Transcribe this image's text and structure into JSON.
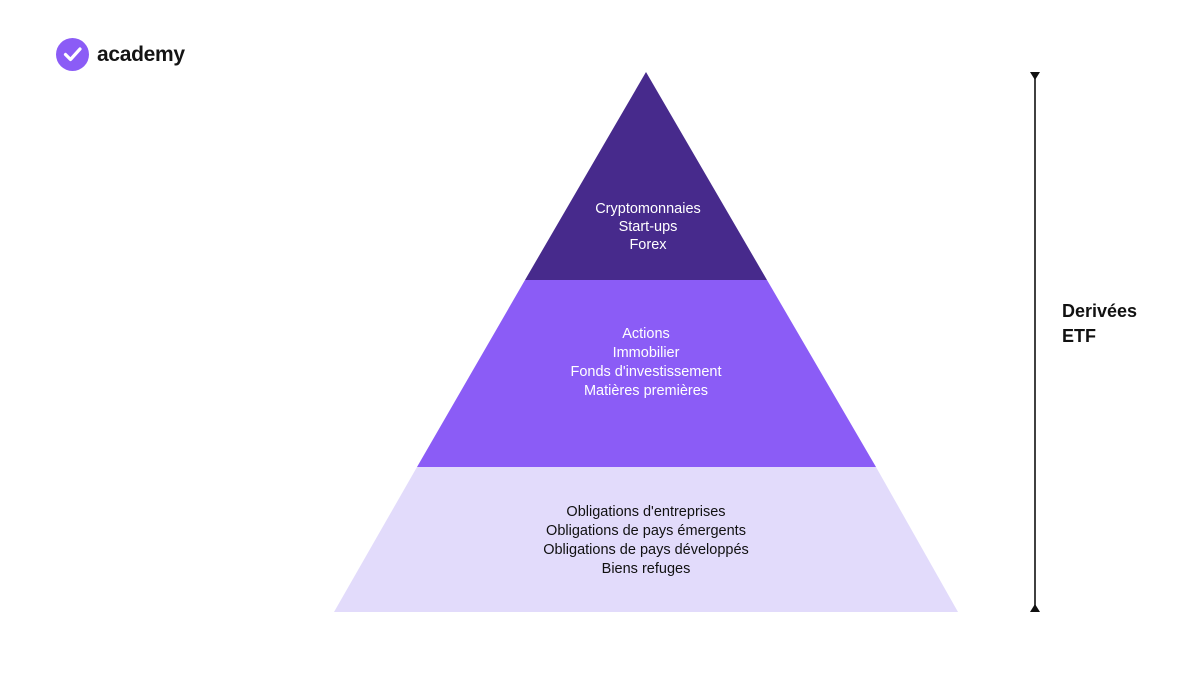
{
  "brand": {
    "name": "academy",
    "icon": "check-badge-icon",
    "color": "#8B5CF6"
  },
  "pyramid": {
    "tiers": [
      {
        "id": "top",
        "fill": "#472A8C",
        "text_color": "#FFFFFF",
        "lines": [
          "Cryptomonnaies",
          "Start-ups",
          "Forex"
        ]
      },
      {
        "id": "middle",
        "fill": "#8B5CF6",
        "text_color": "#FFFFFF",
        "lines": [
          "Actions",
          "Immobilier",
          "Fonds d'investissement",
          "Matières premières"
        ]
      },
      {
        "id": "bottom",
        "fill": "#E2DBFB",
        "text_color": "#111111",
        "lines": [
          "Obligations d'entreprises",
          "Obligations de pays émergents",
          "Obligations de pays développés",
          "Biens refuges"
        ]
      }
    ]
  },
  "side_label": {
    "lines": [
      "Derivées",
      "ETF"
    ]
  }
}
